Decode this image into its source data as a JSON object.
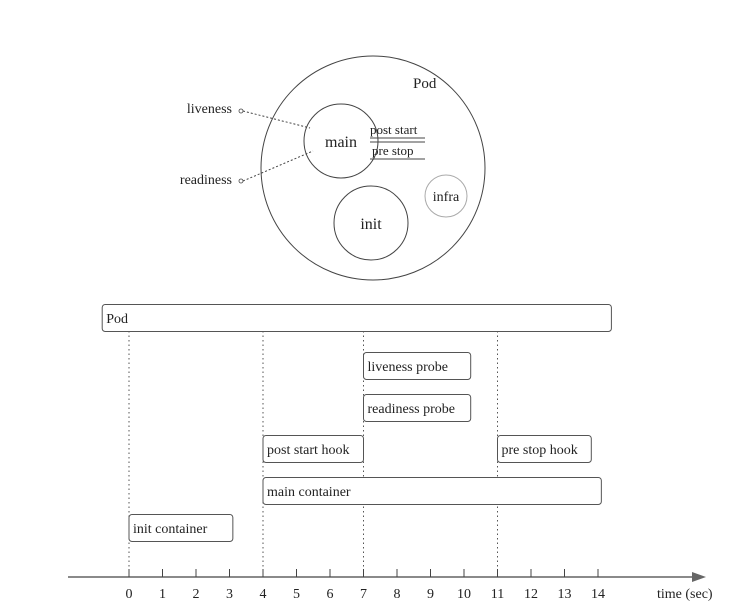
{
  "pod_diagram": {
    "pod_label": "Pod",
    "main_label": "main",
    "init_label": "init",
    "infra_label": "infra",
    "post_start_label": "post start",
    "pre_stop_label": "pre stop",
    "liveness_label": "liveness",
    "readiness_label": "readiness"
  },
  "timeline": {
    "axis_label": "time (sec)",
    "ticks": [
      0,
      1,
      2,
      3,
      4,
      5,
      6,
      7,
      8,
      9,
      10,
      11,
      12,
      13,
      14
    ],
    "markers": [
      0,
      4,
      7,
      11
    ],
    "bars": [
      {
        "label": "Pod",
        "start": -0.8,
        "end": 14.4
      },
      {
        "label": "liveness probe",
        "start": 7,
        "end": 10.2
      },
      {
        "label": "readiness probe",
        "start": 7,
        "end": 10.2
      },
      {
        "label": "post start hook",
        "start": 4,
        "end": 7
      },
      {
        "label": "pre stop hook",
        "start": 11,
        "end": 13.8
      },
      {
        "label": "main container",
        "start": 4,
        "end": 14.1
      },
      {
        "label": "init container",
        "start": 0,
        "end": 3.1
      }
    ]
  },
  "colors": {
    "line": "#444444",
    "box_border": "#555555",
    "light_circle": "#aaaaaa"
  }
}
